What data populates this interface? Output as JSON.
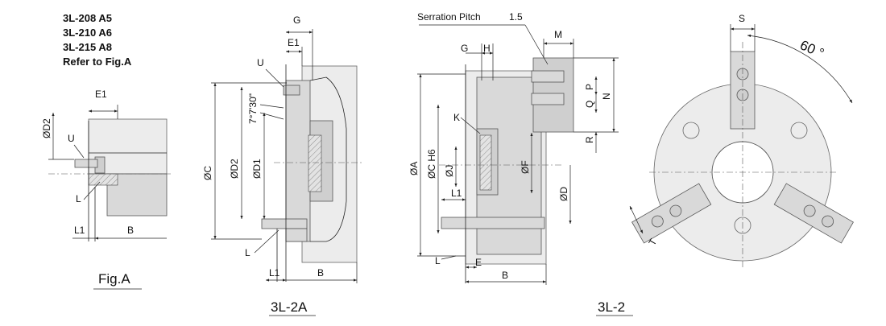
{
  "notes": {
    "models": [
      "3L-208 A5",
      "3L-210 A6",
      "3L-215 A8"
    ],
    "refer": "Refer to Fig.A"
  },
  "captions": {
    "fig_a": "Fig.A",
    "view_2a": "3L-2A",
    "view_2": "3L-2"
  },
  "fig_a_labels": {
    "d2": "ØD2",
    "e1": "E1",
    "u": "U",
    "l": "L",
    "l1": "L1",
    "b": "B"
  },
  "view_2a_labels": {
    "g": "G",
    "e1": "E1",
    "u": "U",
    "angle": "7°7'30\"",
    "c": "ØC",
    "d2": "ØD2",
    "d1": "ØD1",
    "l": "L",
    "l1": "L1",
    "b": "B"
  },
  "view_2_labels": {
    "serration": "Serration Pitch",
    "pitch_value": "1.5",
    "g": "G",
    "h": "H",
    "m": "M",
    "p": "P",
    "q": "Q",
    "n": "N",
    "r": "R",
    "k": "K",
    "a": "ØA",
    "c_h6": "ØC  H6",
    "j": "ØJ",
    "f": "ØF",
    "d": "ØD",
    "l1": "L1",
    "l": "L",
    "e": "E",
    "b": "B"
  },
  "front_labels": {
    "s": "S",
    "angle": "60 °",
    "t": "T"
  }
}
